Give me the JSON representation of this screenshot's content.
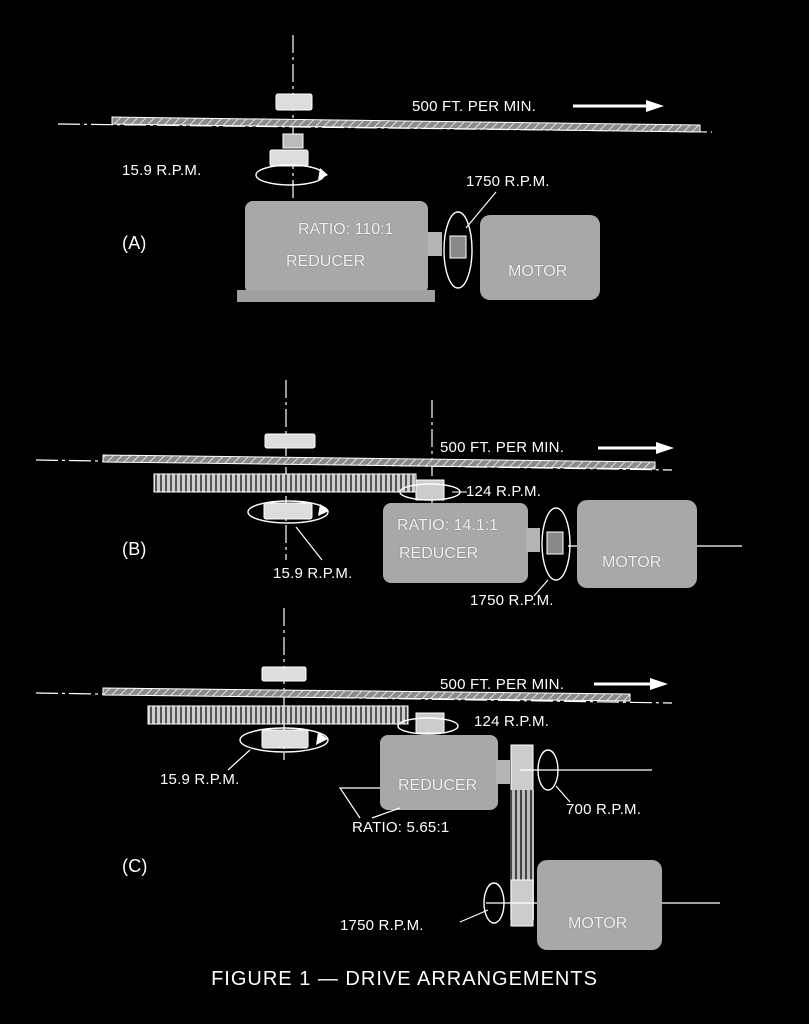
{
  "caption": "FIGURE 1 — DRIVE ARRANGEMENTS",
  "colors": {
    "background": "#000000",
    "ink": "#ffffff",
    "body_fill": "#a8a8a8"
  },
  "panel_a": {
    "letter": "(A)",
    "speed_label": "500 FT. PER MIN.",
    "output_rpm": "15.9 R.P.M.",
    "motor_rpm": "1750 R.P.M.",
    "ratio": "RATIO: 110:1",
    "reducer": "REDUCER",
    "motor": "MOTOR"
  },
  "panel_b": {
    "letter": "(B)",
    "speed_label": "500 FT. PER MIN.",
    "output_rpm": "15.9 R.P.M.",
    "gear_rpm": "124 R.P.M.",
    "motor_rpm": "1750 R.P.M.",
    "ratio": "RATIO: 14.1:1",
    "reducer": "REDUCER",
    "motor": "MOTOR"
  },
  "panel_c": {
    "letter": "(C)",
    "speed_label": "500 FT. PER MIN.",
    "output_rpm": "15.9 R.P.M.",
    "gear_rpm": "124 R.P.M.",
    "belt_rpm": "700 R.P.M.",
    "motor_rpm": "1750 R.P.M.",
    "ratio": "RATIO: 5.65:1",
    "reducer": "REDUCER",
    "motor": "MOTOR"
  }
}
